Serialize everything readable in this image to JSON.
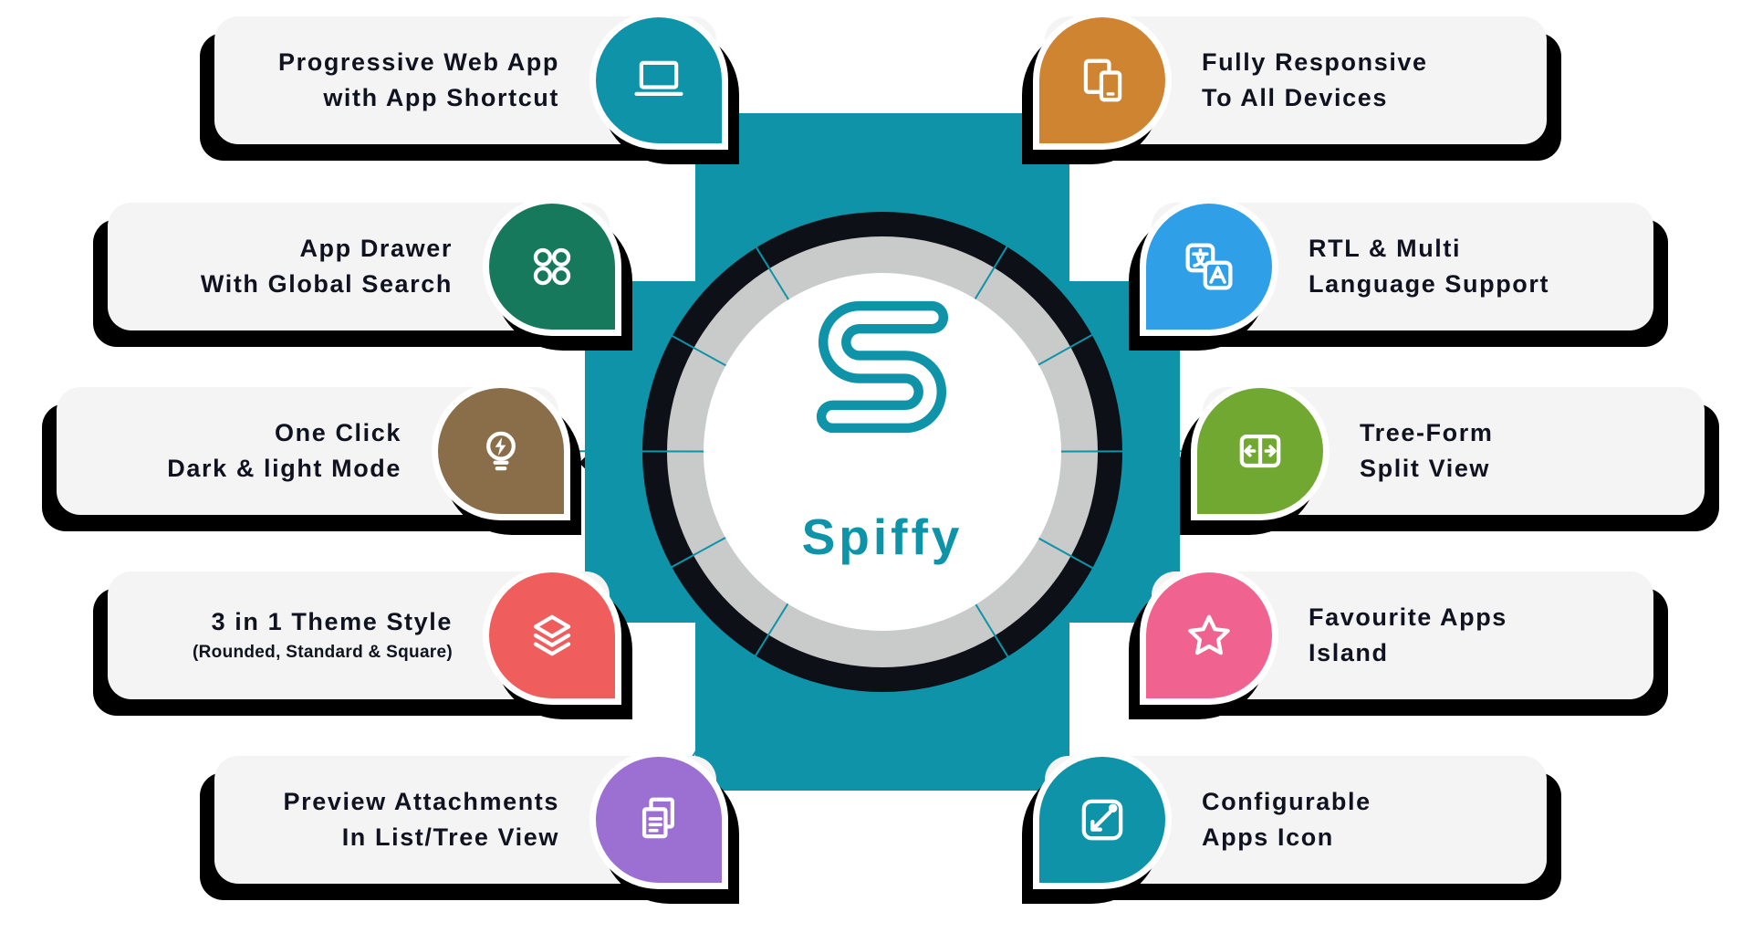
{
  "brand": {
    "name": "Spiffy",
    "accent": "#0E93A8"
  },
  "features_left": [
    {
      "lines": [
        "Progressive Web App",
        "with App Shortcut"
      ],
      "icon": "laptop-icon",
      "color": "#0E93A8"
    },
    {
      "lines": [
        "App Drawer",
        "With Global Search"
      ],
      "icon": "app-grid-icon",
      "color": "#17795B"
    },
    {
      "lines": [
        "One Click",
        "Dark & light Mode"
      ],
      "icon": "bulb-flash-icon",
      "color": "#8A6E4A"
    },
    {
      "lines": [
        "3 in 1 Theme Style",
        "(Rounded, Standard & Square)"
      ],
      "icon": "layers-icon",
      "color": "#F05D5D"
    },
    {
      "lines": [
        "Preview Attachments",
        "In List/Tree View"
      ],
      "icon": "documents-icon",
      "color": "#9C6FD3"
    }
  ],
  "features_right": [
    {
      "lines": [
        "Fully Responsive",
        "To All Devices"
      ],
      "icon": "devices-icon",
      "color": "#CE8430"
    },
    {
      "lines": [
        "RTL & Multi",
        "Language Support"
      ],
      "icon": "translate-icon",
      "color": "#2F9FE8"
    },
    {
      "lines": [
        "Tree-Form",
        "Split View"
      ],
      "icon": "split-view-icon",
      "color": "#71A832"
    },
    {
      "lines": [
        "Favourite Apps",
        "Island"
      ],
      "icon": "star-icon",
      "color": "#F06290"
    },
    {
      "lines": [
        "Configurable",
        "Apps Icon"
      ],
      "icon": "config-apps-icon",
      "color": "#0E93A8"
    }
  ]
}
